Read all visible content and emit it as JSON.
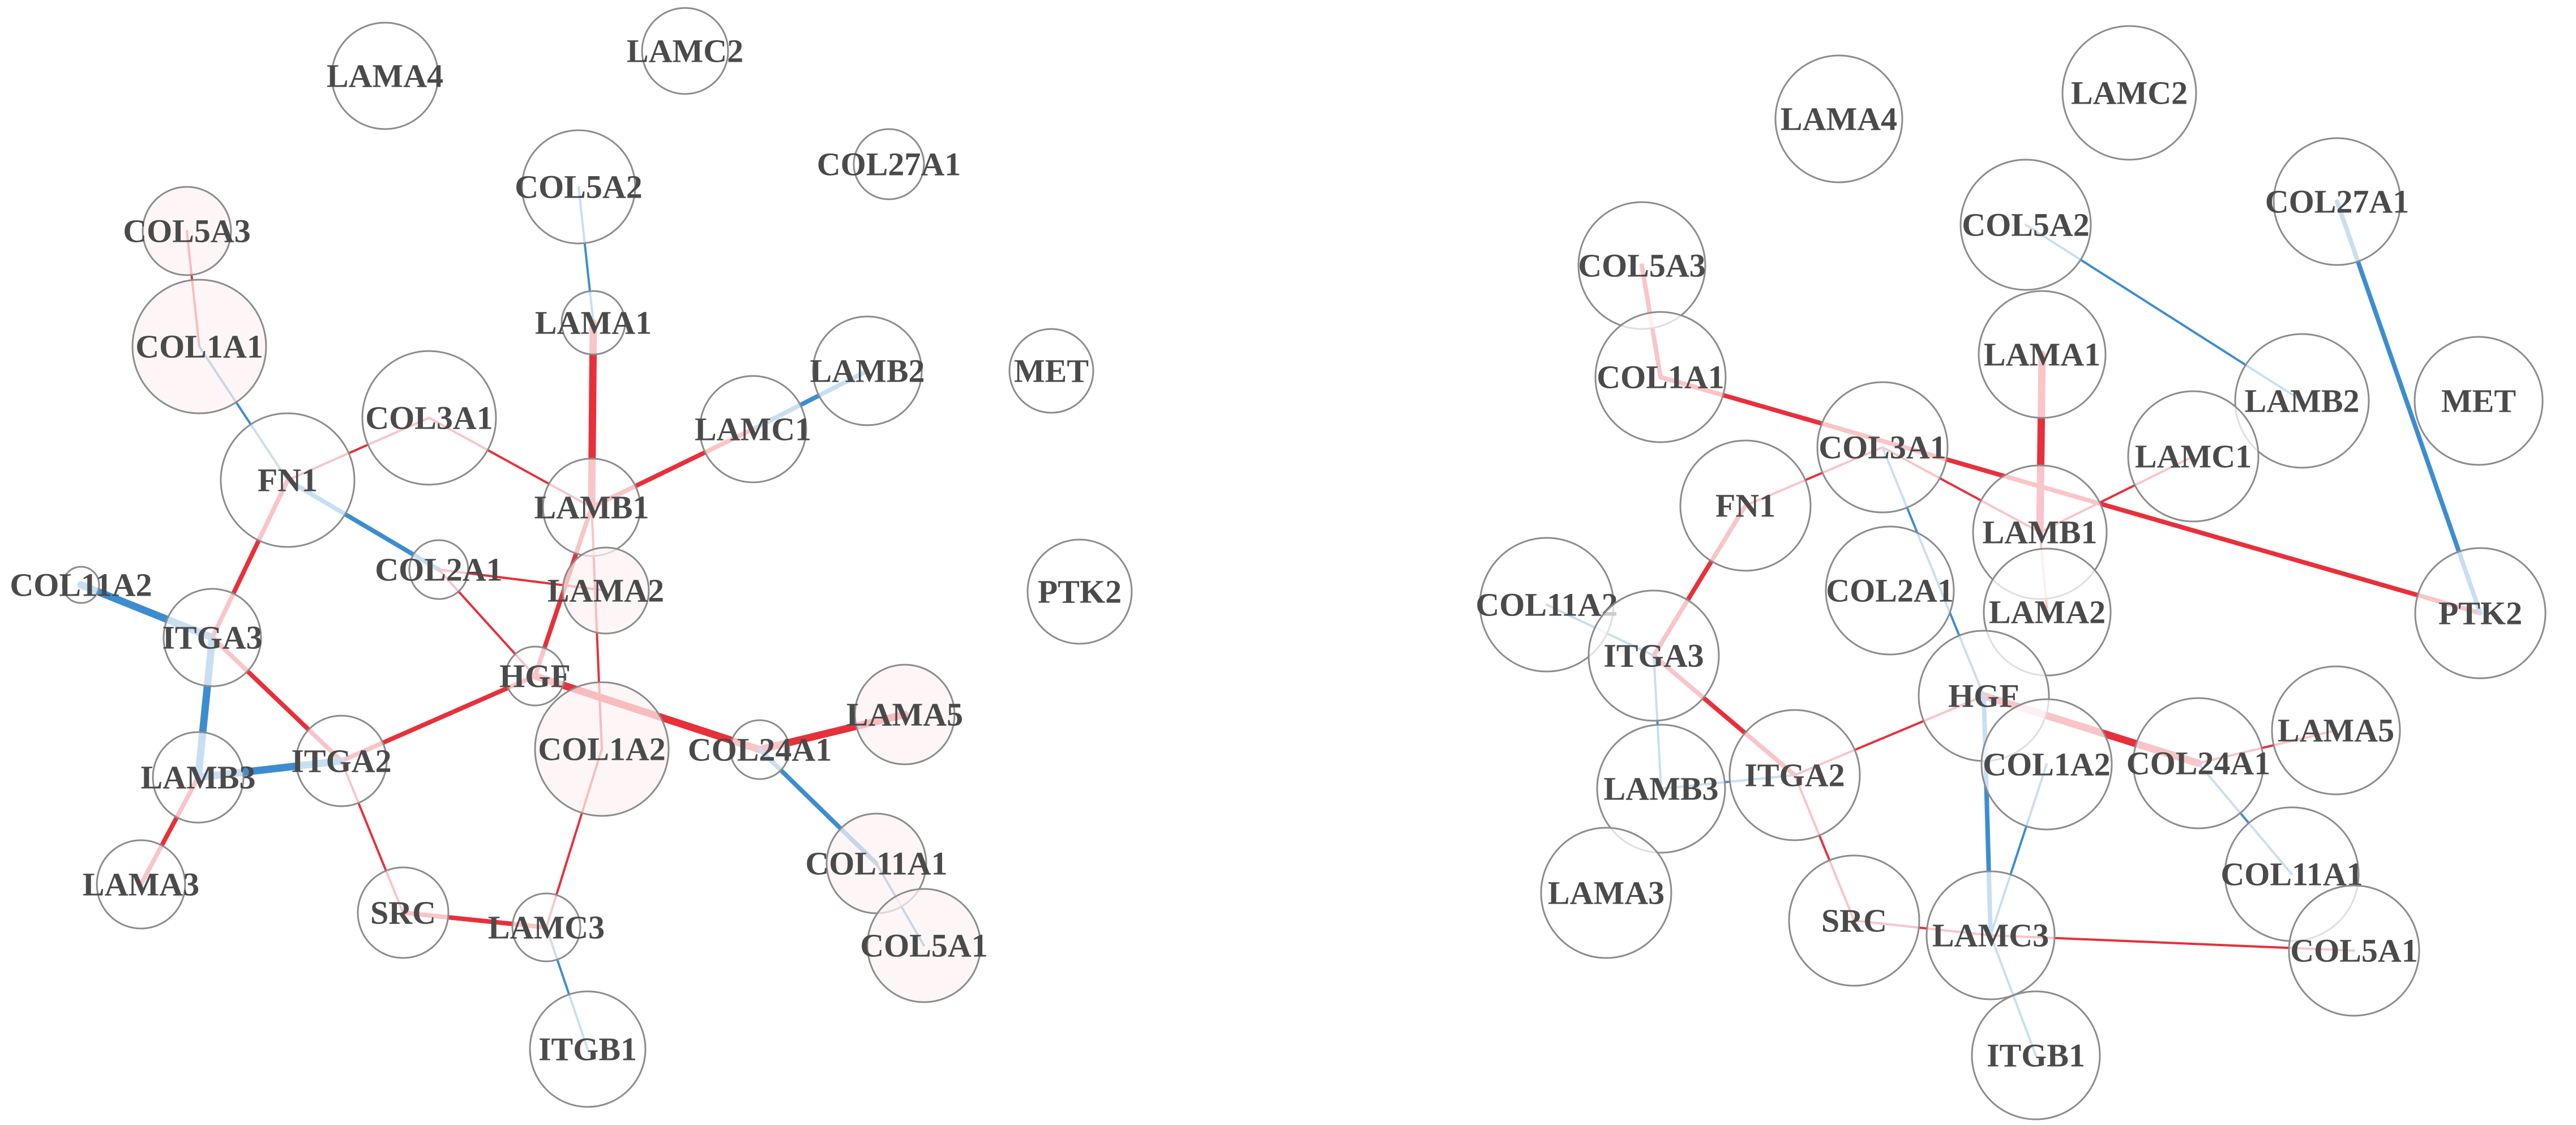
{
  "colors": {
    "positive_edge": "#e8303a",
    "negative_edge": "#3c8dd0",
    "node_fill": "#ffffff",
    "node_fill_tint": "#fdf3f3",
    "node_stroke": "#8c8c8c",
    "label": "#4a4a4a"
  },
  "networks": [
    {
      "id": "network-left",
      "nodes": [
        {
          "id": "LAMA4",
          "label": "LAMA4"
        },
        {
          "id": "LAMC2",
          "label": "LAMC2"
        },
        {
          "id": "COL5A2",
          "label": "COL5A2"
        },
        {
          "id": "COL27A1",
          "label": "COL27A1"
        },
        {
          "id": "COL5A3",
          "label": "COL5A3"
        },
        {
          "id": "COL1A1",
          "label": "COL1A1"
        },
        {
          "id": "LAMA1",
          "label": "LAMA1"
        },
        {
          "id": "LAMB2",
          "label": "LAMB2"
        },
        {
          "id": "MET",
          "label": "MET"
        },
        {
          "id": "COL3A1",
          "label": "COL3A1"
        },
        {
          "id": "LAMC1",
          "label": "LAMC1"
        },
        {
          "id": "FN1",
          "label": "FN1"
        },
        {
          "id": "LAMB1",
          "label": "LAMB1"
        },
        {
          "id": "COL2A1",
          "label": "COL2A1"
        },
        {
          "id": "LAMA2",
          "label": "LAMA2"
        },
        {
          "id": "PTK2",
          "label": "PTK2"
        },
        {
          "id": "COL11A2",
          "label": "COL11A2"
        },
        {
          "id": "ITGA3",
          "label": "ITGA3"
        },
        {
          "id": "HGF",
          "label": "HGF"
        },
        {
          "id": "LAMA5",
          "label": "LAMA5"
        },
        {
          "id": "COL1A2",
          "label": "COL1A2"
        },
        {
          "id": "COL24A1",
          "label": "COL24A1"
        },
        {
          "id": "LAMB3",
          "label": "LAMB3"
        },
        {
          "id": "ITGA2",
          "label": "ITGA2"
        },
        {
          "id": "COL11A1",
          "label": "COL11A1"
        },
        {
          "id": "LAMA3",
          "label": "LAMA3"
        },
        {
          "id": "SRC",
          "label": "SRC"
        },
        {
          "id": "LAMC3",
          "label": "LAMC3"
        },
        {
          "id": "COL5A1",
          "label": "COL5A1"
        },
        {
          "id": "ITGB1",
          "label": "ITGB1"
        }
      ],
      "edges": [
        {
          "source": "COL5A3",
          "target": "COL1A1",
          "sign": "positive",
          "weight": 1
        },
        {
          "source": "COL1A1",
          "target": "FN1",
          "sign": "negative",
          "weight": 1
        },
        {
          "source": "COL5A2",
          "target": "LAMA1",
          "sign": "negative",
          "weight": 1
        },
        {
          "source": "LAMA1",
          "target": "LAMB1",
          "sign": "positive",
          "weight": 3
        },
        {
          "source": "LAMC1",
          "target": "LAMB2",
          "sign": "negative",
          "weight": 2
        },
        {
          "source": "LAMC1",
          "target": "LAMB1",
          "sign": "positive",
          "weight": 2
        },
        {
          "source": "FN1",
          "target": "COL3A1",
          "sign": "positive",
          "weight": 1
        },
        {
          "source": "COL3A1",
          "target": "LAMB1",
          "sign": "positive",
          "weight": 1
        },
        {
          "source": "FN1",
          "target": "COL2A1",
          "sign": "negative",
          "weight": 2
        },
        {
          "source": "FN1",
          "target": "ITGA3",
          "sign": "positive",
          "weight": 2
        },
        {
          "source": "COL2A1",
          "target": "LAMA2",
          "sign": "positive",
          "weight": 1
        },
        {
          "source": "COL2A1",
          "target": "HGF",
          "sign": "positive",
          "weight": 1
        },
        {
          "source": "LAMB1",
          "target": "HGF",
          "sign": "positive",
          "weight": 2
        },
        {
          "source": "LAMB1",
          "target": "COL1A2",
          "sign": "positive",
          "weight": 1
        },
        {
          "source": "COL11A2",
          "target": "ITGA3",
          "sign": "negative",
          "weight": 3
        },
        {
          "source": "ITGA3",
          "target": "LAMB3",
          "sign": "negative",
          "weight": 3
        },
        {
          "source": "ITGA3",
          "target": "ITGA2",
          "sign": "positive",
          "weight": 2
        },
        {
          "source": "HGF",
          "target": "ITGA2",
          "sign": "positive",
          "weight": 2
        },
        {
          "source": "HGF",
          "target": "COL24A1",
          "sign": "positive",
          "weight": 3
        },
        {
          "source": "COL24A1",
          "target": "LAMA5",
          "sign": "positive",
          "weight": 3
        },
        {
          "source": "COL24A1",
          "target": "COL11A1",
          "sign": "negative",
          "weight": 2
        },
        {
          "source": "COL11A1",
          "target": "COL5A1",
          "sign": "negative",
          "weight": 1
        },
        {
          "source": "LAMB3",
          "target": "ITGA2",
          "sign": "negative",
          "weight": 3
        },
        {
          "source": "LAMB3",
          "target": "LAMA3",
          "sign": "positive",
          "weight": 2
        },
        {
          "source": "ITGA2",
          "target": "SRC",
          "sign": "positive",
          "weight": 1
        },
        {
          "source": "SRC",
          "target": "LAMC3",
          "sign": "positive",
          "weight": 2
        },
        {
          "source": "LAMC3",
          "target": "COL1A2",
          "sign": "positive",
          "weight": 1
        },
        {
          "source": "LAMC3",
          "target": "ITGB1",
          "sign": "negative",
          "weight": 1
        }
      ]
    },
    {
      "id": "network-right",
      "nodes": [
        {
          "id": "LAMA4",
          "label": "LAMA4"
        },
        {
          "id": "LAMC2",
          "label": "LAMC2"
        },
        {
          "id": "COL5A2",
          "label": "COL5A2"
        },
        {
          "id": "COL27A1",
          "label": "COL27A1"
        },
        {
          "id": "COL5A3",
          "label": "COL5A3"
        },
        {
          "id": "LAMA1",
          "label": "LAMA1"
        },
        {
          "id": "COL1A1",
          "label": "COL1A1"
        },
        {
          "id": "LAMB2",
          "label": "LAMB2"
        },
        {
          "id": "MET",
          "label": "MET"
        },
        {
          "id": "COL3A1",
          "label": "COL3A1"
        },
        {
          "id": "LAMC1",
          "label": "LAMC1"
        },
        {
          "id": "FN1",
          "label": "FN1"
        },
        {
          "id": "LAMB1",
          "label": "LAMB1"
        },
        {
          "id": "PTK2",
          "label": "PTK2"
        },
        {
          "id": "COL11A2",
          "label": "COL11A2"
        },
        {
          "id": "COL2A1",
          "label": "COL2A1"
        },
        {
          "id": "LAMA2",
          "label": "LAMA2"
        },
        {
          "id": "ITGA3",
          "label": "ITGA3"
        },
        {
          "id": "HGF",
          "label": "HGF"
        },
        {
          "id": "LAMA5",
          "label": "LAMA5"
        },
        {
          "id": "COL1A2",
          "label": "COL1A2"
        },
        {
          "id": "COL24A1",
          "label": "COL24A1"
        },
        {
          "id": "LAMB3",
          "label": "LAMB3"
        },
        {
          "id": "ITGA2",
          "label": "ITGA2"
        },
        {
          "id": "COL11A1",
          "label": "COL11A1"
        },
        {
          "id": "LAMA3",
          "label": "LAMA3"
        },
        {
          "id": "SRC",
          "label": "SRC"
        },
        {
          "id": "LAMC3",
          "label": "LAMC3"
        },
        {
          "id": "COL5A1",
          "label": "COL5A1"
        },
        {
          "id": "ITGB1",
          "label": "ITGB1"
        }
      ],
      "edges": [
        {
          "source": "COL5A3",
          "target": "COL1A1",
          "sign": "positive",
          "weight": 2
        },
        {
          "source": "COL1A1",
          "target": "PTK2",
          "sign": "positive",
          "weight": 2
        },
        {
          "source": "COL5A2",
          "target": "LAMB2",
          "sign": "negative",
          "weight": 1
        },
        {
          "source": "COL27A1",
          "target": "PTK2",
          "sign": "negative",
          "weight": 2
        },
        {
          "source": "LAMA1",
          "target": "LAMB1",
          "sign": "positive",
          "weight": 3
        },
        {
          "source": "LAMC1",
          "target": "LAMB1",
          "sign": "positive",
          "weight": 1
        },
        {
          "source": "FN1",
          "target": "COL3A1",
          "sign": "positive",
          "weight": 1
        },
        {
          "source": "COL3A1",
          "target": "LAMB1",
          "sign": "positive",
          "weight": 1
        },
        {
          "source": "COL3A1",
          "target": "HGF",
          "sign": "negative",
          "weight": 1
        },
        {
          "source": "FN1",
          "target": "ITGA3",
          "sign": "positive",
          "weight": 2
        },
        {
          "source": "LAMB1",
          "target": "LAMA2",
          "sign": "positive",
          "weight": 1
        },
        {
          "source": "COL11A2",
          "target": "ITGA3",
          "sign": "negative",
          "weight": 1
        },
        {
          "source": "ITGA3",
          "target": "ITGA2",
          "sign": "positive",
          "weight": 2
        },
        {
          "source": "ITGA3",
          "target": "LAMB3",
          "sign": "negative",
          "weight": 1
        },
        {
          "source": "HGF",
          "target": "ITGA2",
          "sign": "positive",
          "weight": 1
        },
        {
          "source": "HGF",
          "target": "COL24A1",
          "sign": "positive",
          "weight": 3
        },
        {
          "source": "HGF",
          "target": "LAMC3",
          "sign": "negative",
          "weight": 2
        },
        {
          "source": "COL1A2",
          "target": "LAMC3",
          "sign": "negative",
          "weight": 1
        },
        {
          "source": "COL24A1",
          "target": "LAMA5",
          "sign": "positive",
          "weight": 1
        },
        {
          "source": "COL24A1",
          "target": "COL11A1",
          "sign": "negative",
          "weight": 1
        },
        {
          "source": "LAMB3",
          "target": "ITGA2",
          "sign": "negative",
          "weight": 1
        },
        {
          "source": "ITGA2",
          "target": "SRC",
          "sign": "positive",
          "weight": 1
        },
        {
          "source": "SRC",
          "target": "LAMC3",
          "sign": "positive",
          "weight": 1
        },
        {
          "source": "LAMC3",
          "target": "COL5A1",
          "sign": "positive",
          "weight": 1
        },
        {
          "source": "LAMC3",
          "target": "ITGB1",
          "sign": "negative",
          "weight": 1
        }
      ]
    }
  ]
}
